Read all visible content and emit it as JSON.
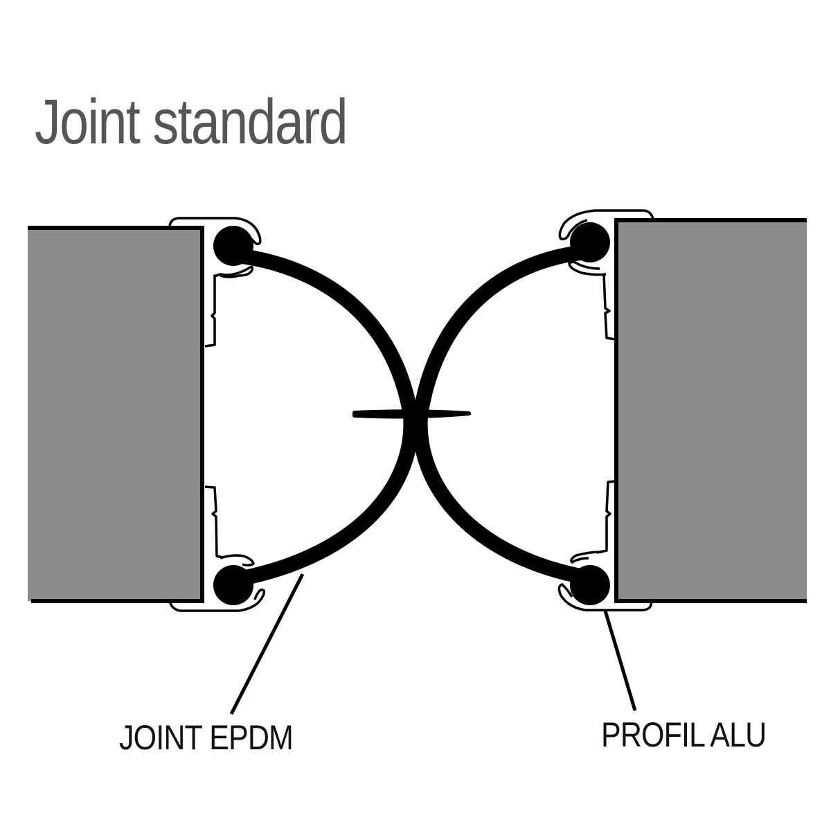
{
  "title": "Joint standard",
  "labels": {
    "joint": "JOINT EPDM",
    "profil": "PROFIL ALU"
  },
  "colors": {
    "panel_fill": "#8c8c8c",
    "outline": "#000000",
    "title_text": "#555555",
    "label_text": "#111111",
    "background": "#ffffff"
  },
  "components": [
    {
      "name": "left-glass-panel"
    },
    {
      "name": "right-glass-panel"
    },
    {
      "name": "left-aluminum-profile"
    },
    {
      "name": "right-aluminum-profile"
    },
    {
      "name": "left-epdm-seal"
    },
    {
      "name": "right-epdm-seal"
    }
  ]
}
